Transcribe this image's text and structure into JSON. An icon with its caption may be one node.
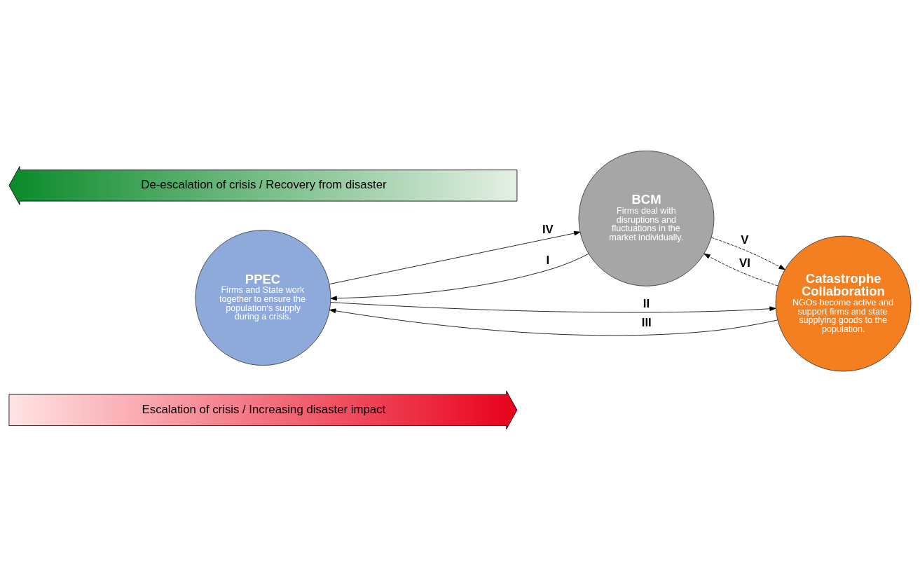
{
  "diagram": {
    "nodes": [
      {
        "text": [
          "Escalation of crisis / Increasing disaster impact"
        ]
      },
      {
        "text": [
          "BCM",
          "Firms deal with disruptions and fluctuations in the market individually."
        ]
      },
      {
        "text": [
          "PPEC",
          "Firms and State work together to ensure the population‘s supply during a crisis."
        ]
      },
      {
        "text": [
          "Catastrophe Collaboration",
          "NGOs become active and support firms and state supplying goods to the population."
        ]
      },
      {
        "text": [
          "De-escalation of crisis / Recovery from disaster"
        ]
      }
    ],
    "edges": [
      {
        "from": 1,
        "to": 2,
        "arrow": "to",
        "label": "I"
      },
      {
        "from": 2,
        "to": 3,
        "arrow": "to",
        "label": "II"
      },
      {
        "from": 3,
        "to": 2,
        "arrow": "to",
        "label": "III"
      },
      {
        "from": 2,
        "to": 1,
        "arrow": "to",
        "label": "IV"
      },
      {
        "from": 1,
        "to": 3,
        "arrow": "to",
        "label": "V",
        "style": "dashed"
      },
      {
        "from": 3,
        "to": 1,
        "arrow": "to",
        "label": "VI",
        "style": "dashed"
      }
    ]
  }
}
